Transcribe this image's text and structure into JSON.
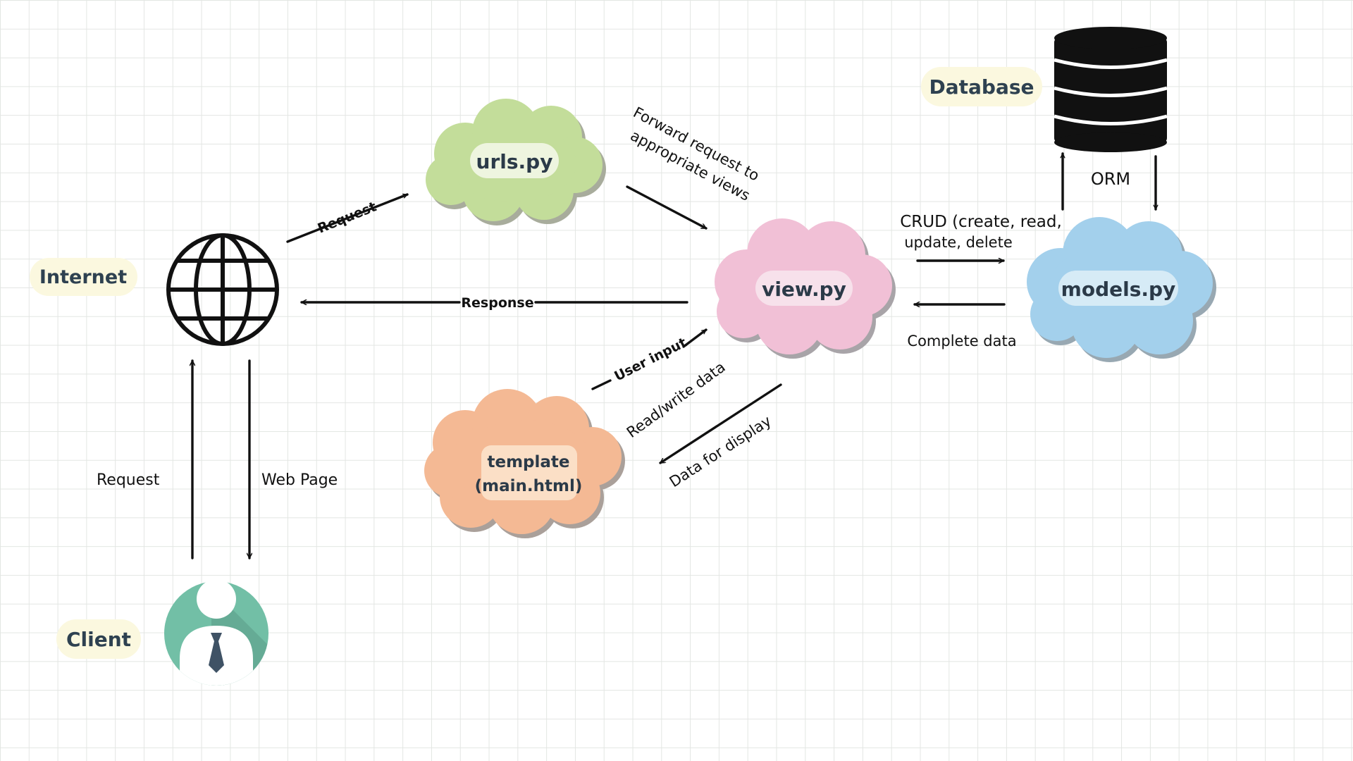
{
  "nodes": {
    "internet": "Internet",
    "client": "Client",
    "database": "Database",
    "urls": "urls.py",
    "view": "view.py",
    "models": "models.py",
    "template_line1": "template",
    "template_line2": "(main.html)"
  },
  "edges": {
    "client_request": "Request",
    "web_page": "Web Page",
    "internet_request": "Request",
    "response": "Response",
    "forward_line1": "Forward request to",
    "forward_line2": "appropriate views",
    "crud_line1": "CRUD (create, read,",
    "crud_line2": "update, delete",
    "complete_data": "Complete data",
    "orm": "ORM",
    "user_input": "User input",
    "read_write": "Read/write data",
    "data_display": "Data for display"
  },
  "colors": {
    "urls_cloud": "#c3dd9a",
    "view_cloud": "#f1c0d6",
    "models_cloud": "#a3d0ec",
    "template_cloud": "#f4b994",
    "pill": "#fbf8df",
    "client_circle": "#72bfa6"
  }
}
